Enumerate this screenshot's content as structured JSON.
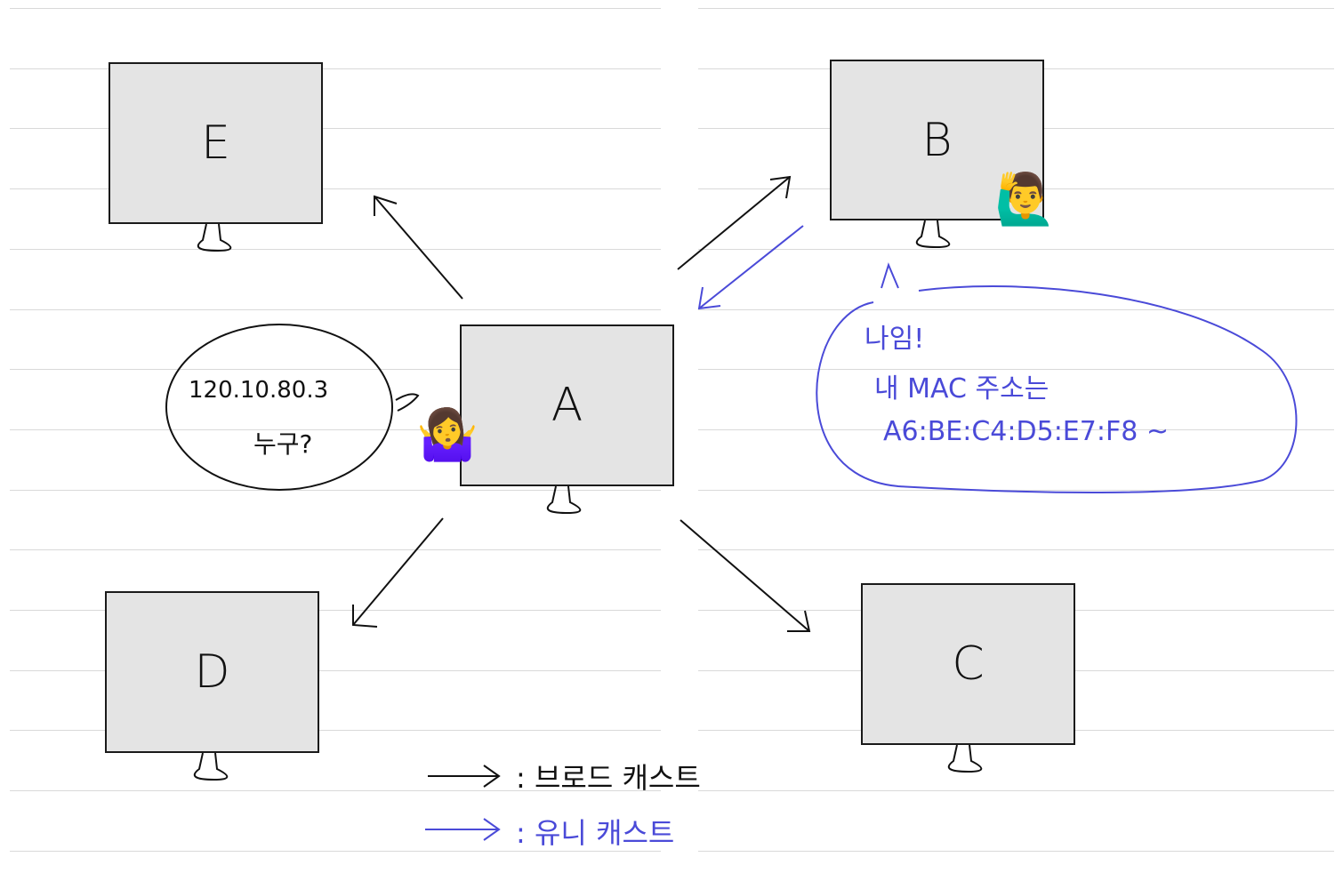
{
  "nodes": {
    "a": "A",
    "b": "B",
    "c": "C",
    "d": "D",
    "e": "E"
  },
  "emoji": {
    "a_person": "🤷‍♀️",
    "b_person": "🙋‍♂️"
  },
  "query_bubble": {
    "ip": "120.10.80.3",
    "question": "누구?"
  },
  "reply_bubble": {
    "line1": "나임!",
    "line2": "내 MAC 주소는",
    "line3": "A6:BE:C4:D5:E7:F8 ~"
  },
  "legend": {
    "broadcast": ": 브로드 캐스트",
    "unicast": ": 유니 캐스트"
  },
  "colors": {
    "broadcast": "#111111",
    "unicast": "#4a4ad8",
    "monitor_fill": "#e4e4e4",
    "ruled_line": "#d9d9d9"
  }
}
